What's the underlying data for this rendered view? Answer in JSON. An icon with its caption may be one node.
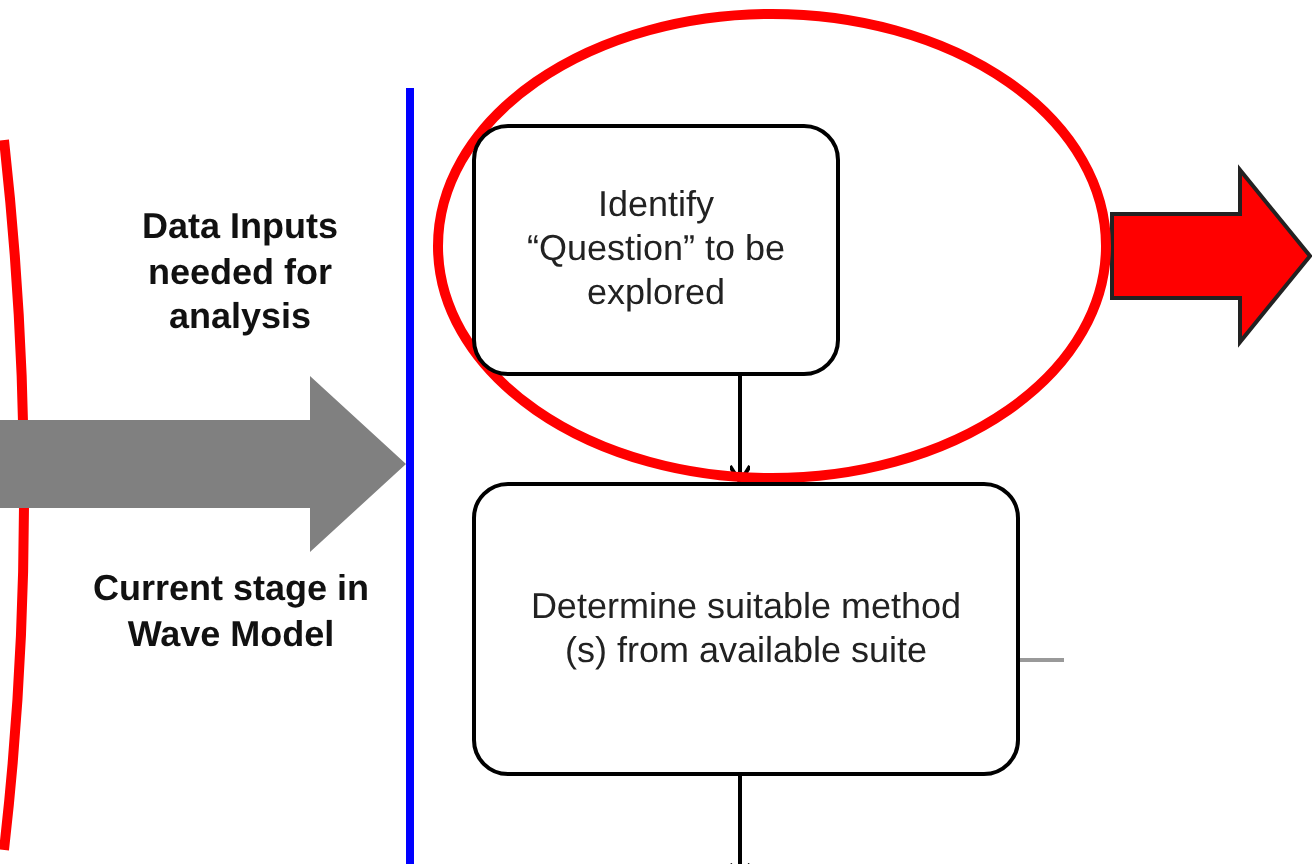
{
  "diagram": {
    "nodes": [
      {
        "text": [],
        "shape": "circle"
      },
      {
        "text": [
          "Identify “Question” to be explored"
        ],
        "in": 0
      },
      {
        "text": [
          "Determine suitable method (s) from available suite"
        ]
      }
    ],
    "edges": [
      {
        "from": 1,
        "to": 2,
        "arrow": "to"
      },
      {
        "from": 0,
        "to": null,
        "arrow": "to",
        "style": "thick",
        "color": "#ff0000"
      },
      {
        "from": null,
        "to": 2,
        "arrow": "none",
        "color": "#999999"
      },
      {
        "from": 2,
        "to": null,
        "arrow": "to"
      }
    ],
    "labels": [
      "Data Inputs needed for analysis",
      "Current stage in Wave Model"
    ]
  }
}
